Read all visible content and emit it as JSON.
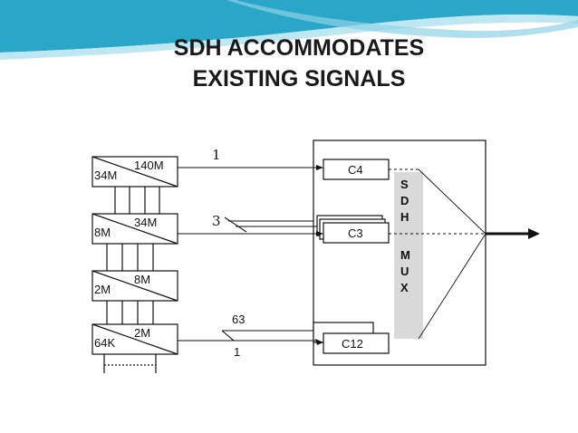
{
  "title": {
    "line1": "SDH ACCOMMODATES",
    "line2": "EXISTING SIGNALS"
  },
  "colors": {
    "banner_dark": "#2aa6c8",
    "banner_light": "#bfe7f2",
    "mux_fill": "#d9d9d9",
    "line": "#111111"
  },
  "multiplexers": [
    {
      "high": "140M",
      "low": "34M"
    },
    {
      "high": "34M",
      "low": "8M"
    },
    {
      "high": "8M",
      "low": "2M"
    },
    {
      "high": "2M",
      "low": "64K"
    }
  ],
  "containers": {
    "c4": "C4",
    "c3": "C3",
    "c12": "C12"
  },
  "counts": {
    "c4": "1",
    "c3": "3",
    "c12_top": "63",
    "c12_bottom": "1"
  },
  "mux_letters": [
    "S",
    "D",
    "H",
    "",
    "M",
    "U",
    "X"
  ]
}
